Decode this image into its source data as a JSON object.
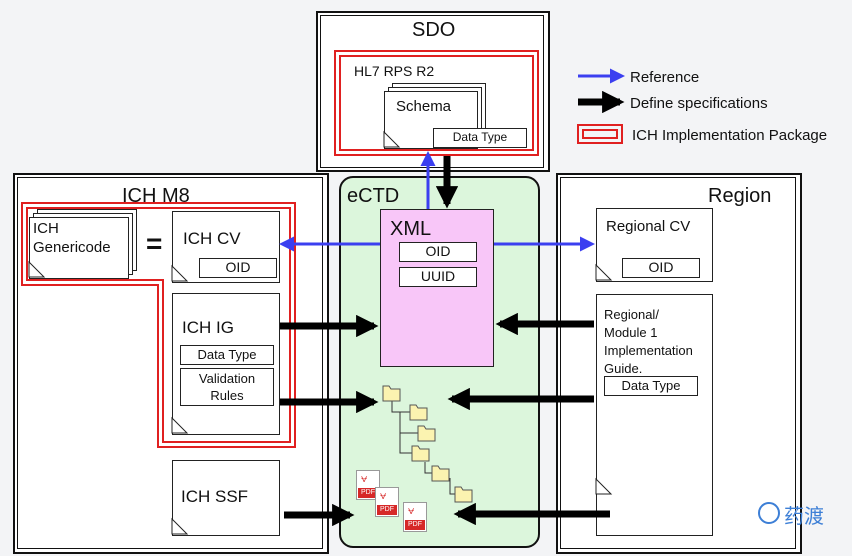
{
  "legend": {
    "reference": "Reference",
    "define": "Define specifications",
    "package": "ICH Implementation Package"
  },
  "sdo": {
    "title": "SDO",
    "hl7": "HL7 RPS R2",
    "schema": "Schema",
    "data_type": "Data Type"
  },
  "ich_m8": {
    "title": "ICH M8",
    "genericode": "ICH\nGenericode",
    "equals": "=",
    "cv": "ICH CV",
    "cv_oid": "OID",
    "ig": "ICH IG",
    "ig_data_type": "Data Type",
    "ig_validation": "Validation\nRules",
    "ssf": "ICH SSF"
  },
  "ectd": {
    "title": "eCTD",
    "xml": "XML",
    "oid": "OID",
    "uuid": "UUID",
    "pdf": "PDF"
  },
  "region": {
    "title": "Region",
    "cv": "Regional CV",
    "cv_oid": "OID",
    "guide": "Regional/\nModule 1\nImplementation\nGuide.",
    "data_type": "Data Type"
  },
  "watermark": "药渡",
  "colors": {
    "reference": "#3b3ff0",
    "package": "#e02020",
    "ectd_bg": "#dcf6dc",
    "xml_bg": "#f8c6f8",
    "folder": "#fbf3b0",
    "pdf": "#d62828"
  }
}
